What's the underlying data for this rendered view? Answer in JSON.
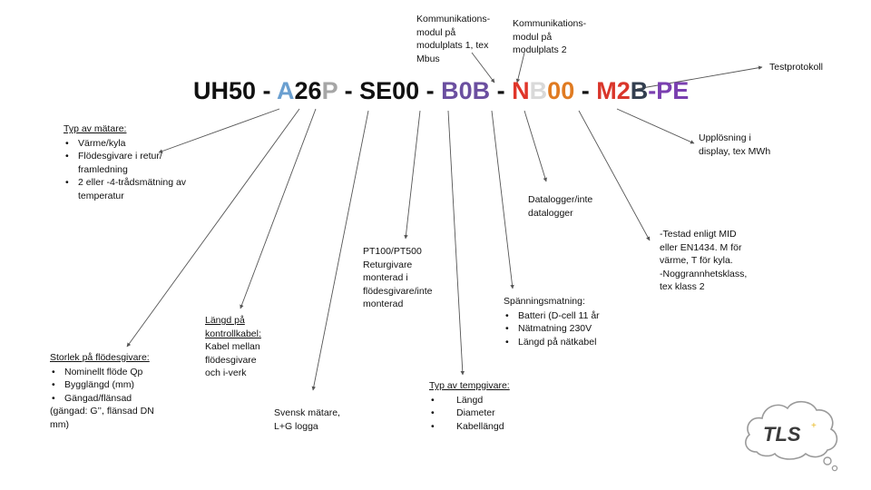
{
  "code": {
    "segments": [
      {
        "text": "UH50 - ",
        "color": "#111111"
      },
      {
        "text": "A",
        "color": "#6a9fd0"
      },
      {
        "text": "26",
        "color": "#111111"
      },
      {
        "text": "P",
        "color": "#a6a6a6"
      },
      {
        "text": " - SE00 - ",
        "color": "#111111"
      },
      {
        "text": "B0B",
        "color": "#6b4fa0"
      },
      {
        "text": " - ",
        "color": "#111111"
      },
      {
        "text": "N",
        "color": "#e0362a"
      },
      {
        "text": "B",
        "color": "#d9d9d9"
      },
      {
        "text": "00",
        "color": "#e07b22"
      },
      {
        "text": " - ",
        "color": "#111111"
      },
      {
        "text": "M2",
        "color": "#d9362b"
      },
      {
        "text": "B",
        "color": "#333f50"
      },
      {
        "text": "-PE",
        "color": "#7a3fb0"
      }
    ]
  },
  "annotations": {
    "komm1": {
      "lines": [
        "Kommunikations-",
        "modul på",
        "modulplats 1, tex",
        "Mbus"
      ]
    },
    "komm2": {
      "lines": [
        "Kommunikations-",
        "modul på",
        "modulplats 2"
      ]
    },
    "testprotokoll": {
      "text": "Testprotokoll"
    },
    "typ_matare": {
      "heading": "Typ av mätare:",
      "items": [
        "Värme/kyla",
        "Flödesgivare i retur/ framledning",
        "2 eller -4-trådsmätning av temperatur"
      ]
    },
    "upplosning": {
      "lines": [
        "Upplösning i",
        "display, tex MWh"
      ]
    },
    "datalogger": {
      "lines": [
        "Datalogger/inte",
        "datalogger"
      ]
    },
    "testad": {
      "lines": [
        "-Testad enligt MID",
        "eller EN1434. M för",
        "värme, T för kyla.",
        "-Noggrannhetsklass,",
        "tex klass 2"
      ]
    },
    "pt100": {
      "lines": [
        "PT100/PT500",
        "Returgivare",
        "monterad i",
        "flödesgivare/inte",
        "monterad"
      ]
    },
    "spanning": {
      "heading": "Spänningsmatning:",
      "items": [
        "Batteri (D-cell 11 år",
        "Nätmatning 230V",
        "Längd på nätkabel"
      ]
    },
    "langd_kontroll": {
      "heading_lines": [
        "Längd på",
        "kontrollkabel:"
      ],
      "lines": [
        "Kabel mellan",
        "flödesgivare",
        "och i-verk"
      ]
    },
    "storlek": {
      "heading": "Storlek på flödesgivare:",
      "items": [
        "Nominellt flöde Qp",
        "Bygglängd (mm)",
        "Gängad/flänsad"
      ],
      "tail_lines": [
        "(gängad: G’’, flänsad DN",
        "mm)"
      ]
    },
    "svensk": {
      "lines": [
        "Svensk mätare,",
        "L+G logga"
      ]
    },
    "tempgivare": {
      "heading": "Typ av tempgivare:",
      "items": [
        "Längd",
        "Diameter",
        "Kabellängd"
      ]
    }
  },
  "logo": {
    "text": "TLS",
    "accent_color": "#e8b820",
    "cloud_color": "#9a9a9a"
  }
}
